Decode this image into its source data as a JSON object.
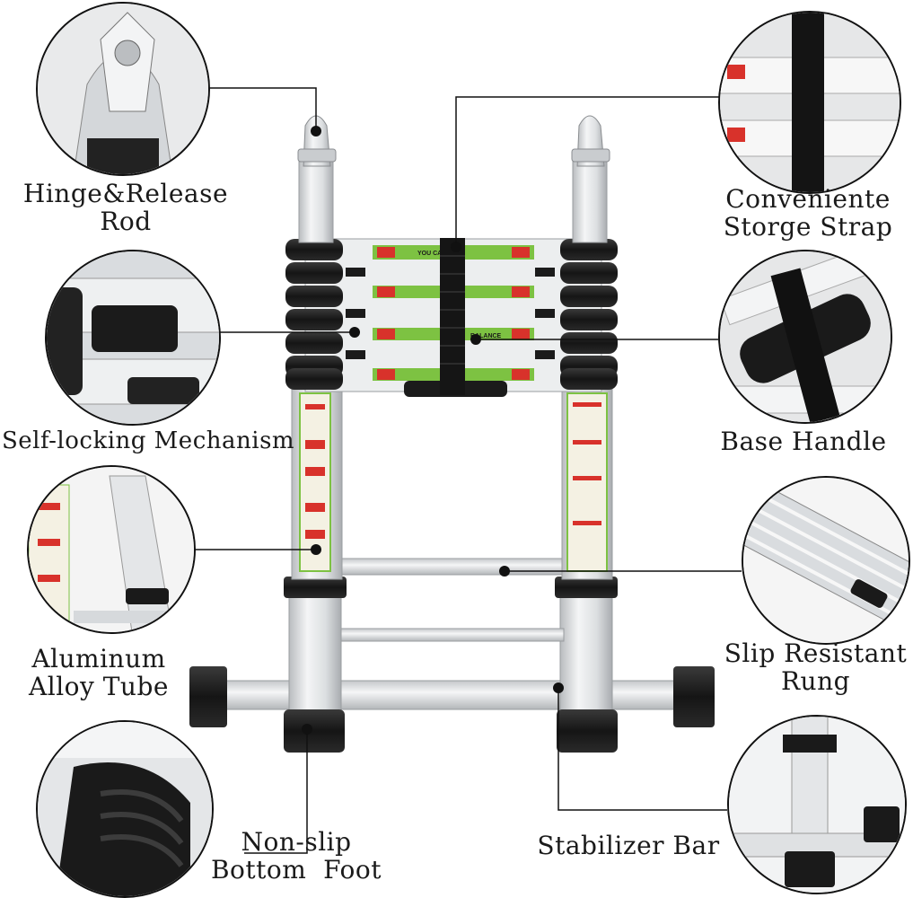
{
  "labels": {
    "hinge": [
      "Hinge&Release",
      "Rod"
    ],
    "strap": [
      "Conveniente",
      "Storge Strap"
    ],
    "locking": [
      "Self-locking Mechanism"
    ],
    "handle": [
      "Base Handle"
    ],
    "tube": [
      "Aluminum",
      "Alloy Tube"
    ],
    "rung": [
      "Slip Resistant",
      "Rung"
    ],
    "foot": [
      "Non-slip",
      "Bottom  Foot"
    ],
    "stabilizer": [
      "Stabilizer Bar"
    ]
  },
  "ladder_text": {
    "warning_line_1": "YOU CAN",
    "warning_line_2": "BALANCE"
  },
  "colors": {
    "aluminum": "#d9dcdf",
    "plastic": "#1b1b1b",
    "sticker": "#7dc242",
    "sticker_red": "#d8322b",
    "line": "#111111"
  }
}
